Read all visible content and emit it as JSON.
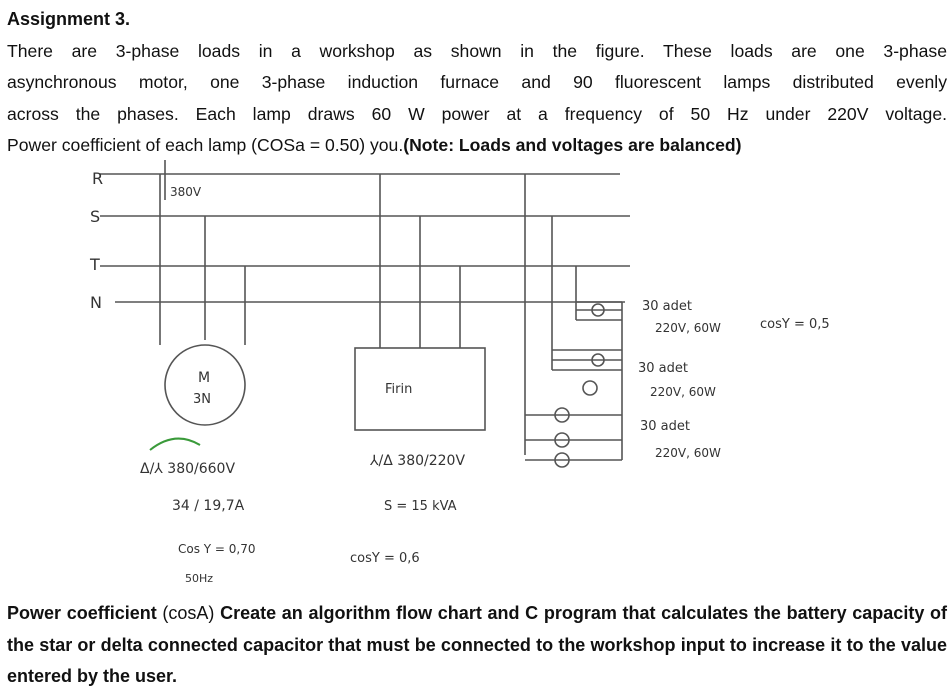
{
  "heading": "Assignment 3.",
  "intro_lines": [
    "There are 3-phase loads in a workshop as shown in the figure. These loads are one 3-phase",
    "asynchronous motor, one 3-phase induction furnace and 90 fluorescent lamps distributed evenly",
    "across the phases. Each lamp draws 60 W power at a frequency of 50 Hz under 220V voltage."
  ],
  "intro_last_plain": "Power coefficient of each lamp (COSa = 0.50) you.",
  "intro_last_bold": "(Note: Loads and voltages are balanced)",
  "diagram": {
    "line_labels": [
      "R",
      "S",
      "T",
      "N"
    ],
    "line_voltage": "380V",
    "motor": {
      "symbol": "M",
      "type": "3N",
      "connection": "Δ/⅄ 380/660V",
      "current": "34 / 19,7A",
      "cos": "Cos Y = 0,70",
      "freq": "50Hz"
    },
    "furnace": {
      "label": "Firin",
      "connection": "⅄/Δ 380/220V",
      "power": "S = 15 kVA",
      "cos": "cosY = 0,6"
    },
    "lamp_groups": [
      {
        "count": "30 adet",
        "rating": "220V, 60W",
        "cos": "cosY = 0,5"
      },
      {
        "count": "30 adet",
        "rating": "220V, 60W"
      },
      {
        "count": "30 adet",
        "rating": "220V, 60W"
      }
    ]
  },
  "outro_part1_bold": "Power coefficient ",
  "outro_part1_plain": "(cosA)",
  "outro_part2_bold": " Create an algorithm flow chart and C program that calculates the battery capacity of the star or delta connected capacitor that must be connected to the workshop input to increase it to the value entered by the user."
}
